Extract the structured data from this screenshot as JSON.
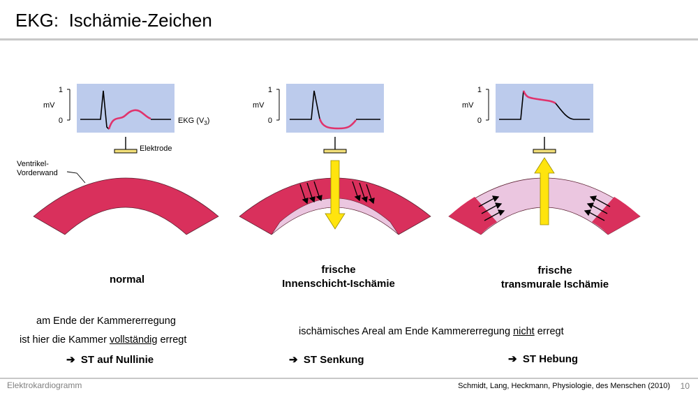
{
  "title": "EKG:  Ischämie-Zeichen",
  "axis": {
    "unit": "mV",
    "tick_top": "1",
    "tick_bottom": "0"
  },
  "labels": {
    "ekg_lead_prefix": "EKG (V",
    "ekg_lead_sub": "3",
    "ekg_lead_suffix": ")",
    "electrode": "Elektrode",
    "ventricle_line1": "Ventrikel-",
    "ventricle_line2": "Vorderwand"
  },
  "panels": [
    {
      "caption_line1": "normal",
      "caption_line2": ""
    },
    {
      "caption_line1": "frische",
      "caption_line2": "Innenschicht-Ischämie"
    },
    {
      "caption_line1": "frische",
      "caption_line2": "transmurale Ischämie"
    }
  ],
  "explanations": {
    "normal_line1": "am Ende der Kammererregung",
    "normal_line2_pre": "ist hier die Kammer ",
    "normal_line2_underlined": "vollständig",
    "normal_line2_post": " erregt",
    "ischemic_pre": "ischämisches Areal am Ende Kammererregung ",
    "ischemic_underlined": "nicht",
    "ischemic_post": " erregt"
  },
  "results": {
    "arrow": "➔",
    "normal": "ST auf Nullinie",
    "inner": "ST Senkung",
    "transmural": "ST Hebung"
  },
  "footer": {
    "left": "Elektrokardiogramm",
    "right": "Schmidt, Lang, Heckmann, Physiologie, des Menschen (2010)",
    "page": "10"
  },
  "colors": {
    "ekg_box": "#bccbec",
    "tissue": "#d9305c",
    "ischemic": "#ebc6e0",
    "electrode": "#f3e07a",
    "arrow": "#ffe40e",
    "st_segment": "#e0336c"
  }
}
